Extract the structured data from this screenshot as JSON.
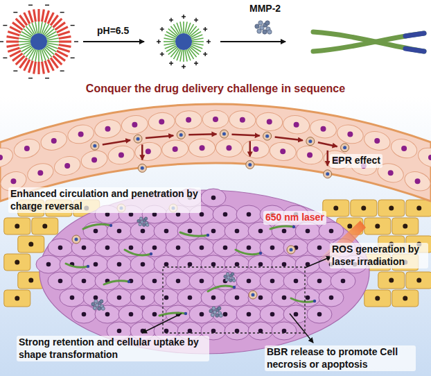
{
  "diagram": {
    "title": "Conquer the drug delivery challenge in sequence",
    "labels": [
      "pH=6.5",
      "MMP-2",
      "EPR effect",
      "Enhanced circulation and penetration by charge reversal",
      "650 nm laser",
      "ROS generation by laser irradiation",
      "Strong retention and cellular uptake by shape transformation",
      "BBR release to promote Cell necrosis or apoptosis"
    ]
  }
}
